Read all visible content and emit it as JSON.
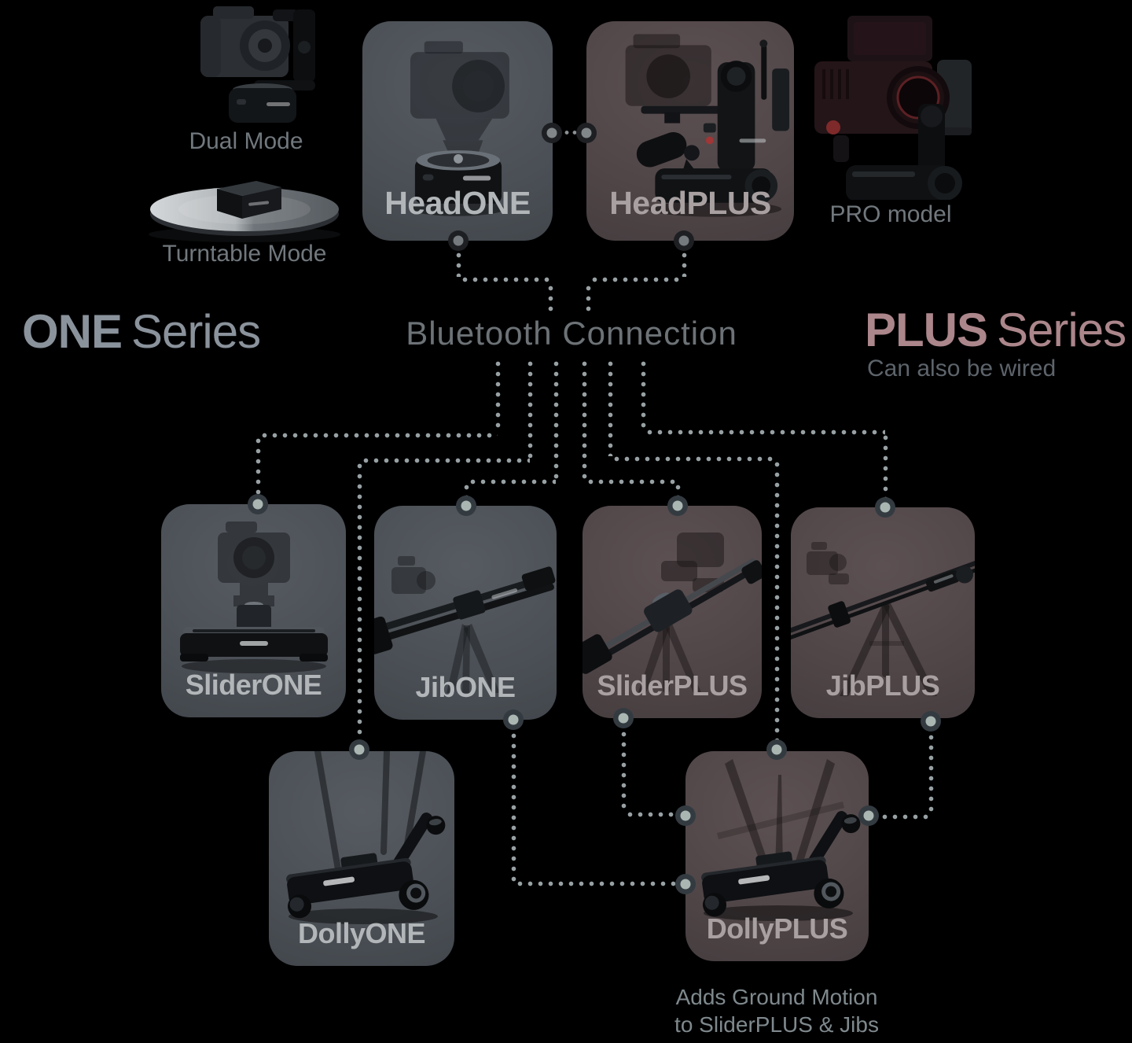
{
  "labels": {
    "dual_mode": "Dual Mode",
    "turntable_mode": "Turntable Mode",
    "pro_model": "PRO model",
    "bluetooth": "Bluetooth Connection",
    "one_series_bold": "ONE",
    "one_series_light": "Series",
    "plus_series_bold": "PLUS",
    "plus_series_light": "Series",
    "plus_series_note": "Can also be wired",
    "footnote_line1": "Adds Ground Motion",
    "footnote_line2": "to SliderPLUS & Jibs"
  },
  "cards": {
    "headone": {
      "title": "HeadONE",
      "series": "ONE"
    },
    "headplus": {
      "title": "HeadPLUS",
      "series": "PLUS"
    },
    "sliderone": {
      "title": "SliderONE",
      "series": "ONE"
    },
    "jibone": {
      "title": "JibONE",
      "series": "ONE"
    },
    "sliderplus": {
      "title": "SliderPLUS",
      "series": "PLUS"
    },
    "jibplus": {
      "title": "JibPLUS",
      "series": "PLUS"
    },
    "dollyone": {
      "title": "DollyONE",
      "series": "ONE"
    },
    "dollyplus": {
      "title": "DollyPLUS",
      "series": "PLUS"
    }
  },
  "colors": {
    "background": "#000000",
    "one_card": "#4a4f55",
    "plus_card": "#4f4547",
    "one_series_text": "#8a929b",
    "plus_series_text": "#ab868b",
    "card_title_one": "#b2b6b9",
    "card_title_plus": "#a8a0a1",
    "dot": "#97a0a3",
    "node_inner_light": "#aab6b2",
    "node_inner_gray": "#757a7e",
    "node_ring": "#333b41"
  },
  "connection_type": "Bluetooth"
}
